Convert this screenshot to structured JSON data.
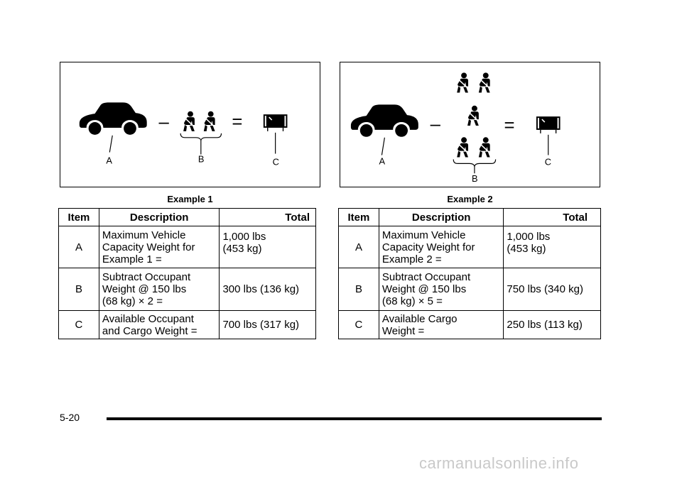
{
  "example1": {
    "caption": "Example 1",
    "labels": {
      "a": "A",
      "b": "B",
      "c": "C"
    },
    "operators": {
      "minus": "–",
      "equals": "="
    },
    "table": {
      "headers": {
        "item": "Item",
        "description": "Description",
        "total": "Total"
      },
      "rows": [
        {
          "item": "A",
          "desc_lines": [
            "Maximum Vehicle",
            "Capacity Weight for",
            "Example 1 ="
          ],
          "total_lines": [
            "1,000 lbs",
            "(453 kg)"
          ]
        },
        {
          "item": "B",
          "desc_lines": [
            "Subtract Occupant",
            "Weight @ 150 lbs",
            "(68 kg) × 2 ="
          ],
          "total_lines": [
            "300 lbs (136 kg)"
          ]
        },
        {
          "item": "C",
          "desc_lines": [
            "Available Occupant",
            "and Cargo Weight ="
          ],
          "total_lines": [
            "700 lbs (317 kg)"
          ]
        }
      ]
    }
  },
  "example2": {
    "caption": "Example 2",
    "labels": {
      "a": "A",
      "b": "B",
      "c": "C"
    },
    "operators": {
      "minus": "–",
      "equals": "="
    },
    "table": {
      "headers": {
        "item": "Item",
        "description": "Description",
        "total": "Total"
      },
      "rows": [
        {
          "item": "A",
          "desc_lines": [
            "Maximum Vehicle",
            "Capacity Weight for",
            "Example 2 ="
          ],
          "total_lines": [
            "1,000 lbs",
            "(453 kg)"
          ]
        },
        {
          "item": "B",
          "desc_lines": [
            "Subtract Occupant",
            "Weight @ 150 lbs",
            "(68 kg) × 5 ="
          ],
          "total_lines": [
            "750 lbs (340 kg)"
          ]
        },
        {
          "item": "C",
          "desc_lines": [
            "Available Cargo",
            "Weight ="
          ],
          "total_lines": [
            "250 lbs (113 kg)"
          ]
        }
      ]
    }
  },
  "footer": {
    "page_number": "5-20"
  },
  "watermark": "carmanualsonline.info"
}
